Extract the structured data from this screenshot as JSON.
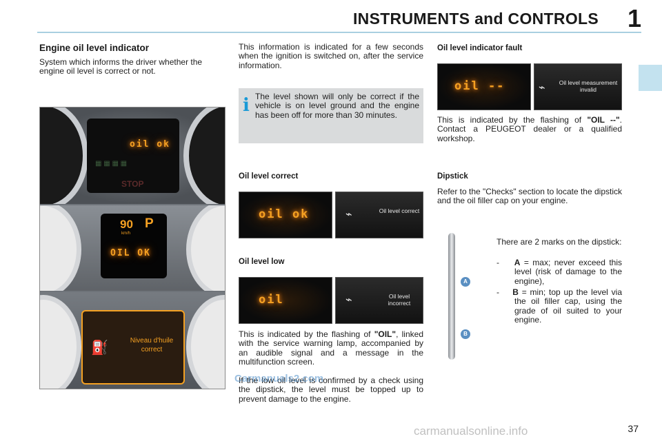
{
  "header": {
    "title": "INSTRUMENTS and CONTROLS",
    "chapter": "1"
  },
  "col1": {
    "title": "Engine oil level indicator",
    "intro": "System which informs the driver whether the engine oil level is correct or not.",
    "cluster_top": {
      "digits": "5 30 10 6",
      "lcd": "oil ok",
      "stop": "STOP"
    },
    "cluster_mid": {
      "speed": "90",
      "gear": "P",
      "unit": "km/h",
      "lcd": "OIL OK"
    },
    "cluster_bot": {
      "msg": "Niveau d'huile correct"
    }
  },
  "col2": {
    "intro": "This information is indicated for a few seconds when the ignition is switched on, after the service information.",
    "info": "The level shown will only be correct if the vehicle is on level ground and the engine has been off for more than 30 minutes.",
    "correct": {
      "title": "Oil level correct",
      "lcd": "oil ok",
      "msg": "Oil level correct"
    },
    "low": {
      "title": "Oil level low",
      "lcd": "oil",
      "msg": "Oil level incorrect",
      "text_pre": "This is indicated by the flashing of ",
      "text_bold": "\"OIL\"",
      "text_post": ", linked with the service warning lamp, accompanied by an audible signal and a message in the multifunction screen.",
      "text2": "If the low oil level is confirmed by a check using the dipstick, the level must be topped up to prevent damage to the engine."
    }
  },
  "col3": {
    "fault": {
      "title": "Oil level indicator fault",
      "lcd": "oil --",
      "msg": "Oil level measurement invalid",
      "text_pre": "This is indicated by the flashing of ",
      "text_bold": "\"OIL --\"",
      "text_post": ". Contact a PEUGEOT dealer or a qualified workshop."
    },
    "dipstick": {
      "title": "Dipstick",
      "text": "Refer to the \"Checks\" section to locate the dipstick and the oil filler cap on your engine.",
      "marks": "There are 2 marks on the dipstick:",
      "a_label": "A",
      "a_text": " = max; never exceed this level (risk of damage to the engine),",
      "b_label": "B",
      "b_text": " = min; top up the level via the oil filler cap, using the grade of oil suited to your engine.",
      "mark_a": "A",
      "mark_b": "B"
    }
  },
  "footer": {
    "page": "37",
    "watermark": "Carmanuals2.com",
    "watermark2": "carmanualsonline.info"
  },
  "colors": {
    "accent": "#1a9ad6",
    "lcd": "#f5a122",
    "rule": "#a9cfe0"
  }
}
